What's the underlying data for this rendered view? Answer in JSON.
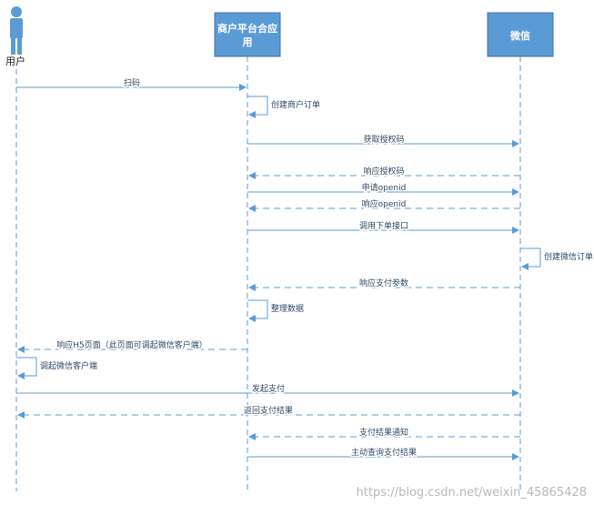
{
  "participants": {
    "user": {
      "label": "用户"
    },
    "merchant": {
      "label_line1": "商户平台合应",
      "label_line2": "用"
    },
    "wechat": {
      "label": "微信"
    }
  },
  "messages": [
    {
      "from": "user",
      "to": "merchant",
      "label": "扫码",
      "style": "solid"
    },
    {
      "from": "merchant",
      "to": "merchant",
      "label": "创建商户订单",
      "style": "solid"
    },
    {
      "from": "merchant",
      "to": "wechat",
      "label": "获取授权码",
      "style": "solid"
    },
    {
      "from": "wechat",
      "to": "merchant",
      "label": "响应授权码",
      "style": "dashed"
    },
    {
      "from": "merchant",
      "to": "wechat",
      "label": "申请openid",
      "style": "solid"
    },
    {
      "from": "wechat",
      "to": "merchant",
      "label": "响应openid",
      "style": "dashed"
    },
    {
      "from": "merchant",
      "to": "wechat",
      "label": "调用下单接口",
      "style": "solid"
    },
    {
      "from": "wechat",
      "to": "wechat",
      "label": "创建微信订单",
      "style": "solid"
    },
    {
      "from": "wechat",
      "to": "merchant",
      "label": "响应支付参数",
      "style": "dashed"
    },
    {
      "from": "merchant",
      "to": "merchant",
      "label": "整理数据",
      "style": "solid"
    },
    {
      "from": "merchant",
      "to": "user",
      "label": "响应H5页面（此页面可调起微信客户端）",
      "style": "dashed"
    },
    {
      "from": "user",
      "to": "user",
      "label": "调起微信客户端",
      "style": "solid"
    },
    {
      "from": "user",
      "to": "wechat",
      "label": "发起支付",
      "style": "solid"
    },
    {
      "from": "wechat",
      "to": "user",
      "label": "返回支付结果",
      "style": "dashed"
    },
    {
      "from": "wechat",
      "to": "merchant",
      "label": "支付结果通知",
      "style": "dashed"
    },
    {
      "from": "merchant",
      "to": "wechat",
      "label": "主动查询支付结果",
      "style": "solid"
    }
  ],
  "watermark": "https://blog.csdn.net/weixin_45865428",
  "colors": {
    "box_fill": "#5b9bd5",
    "box_stroke": "#41719c",
    "actor": "#5b9bd5",
    "lifeline": "#5b9bd5",
    "arrow": "#5b9bd5"
  }
}
